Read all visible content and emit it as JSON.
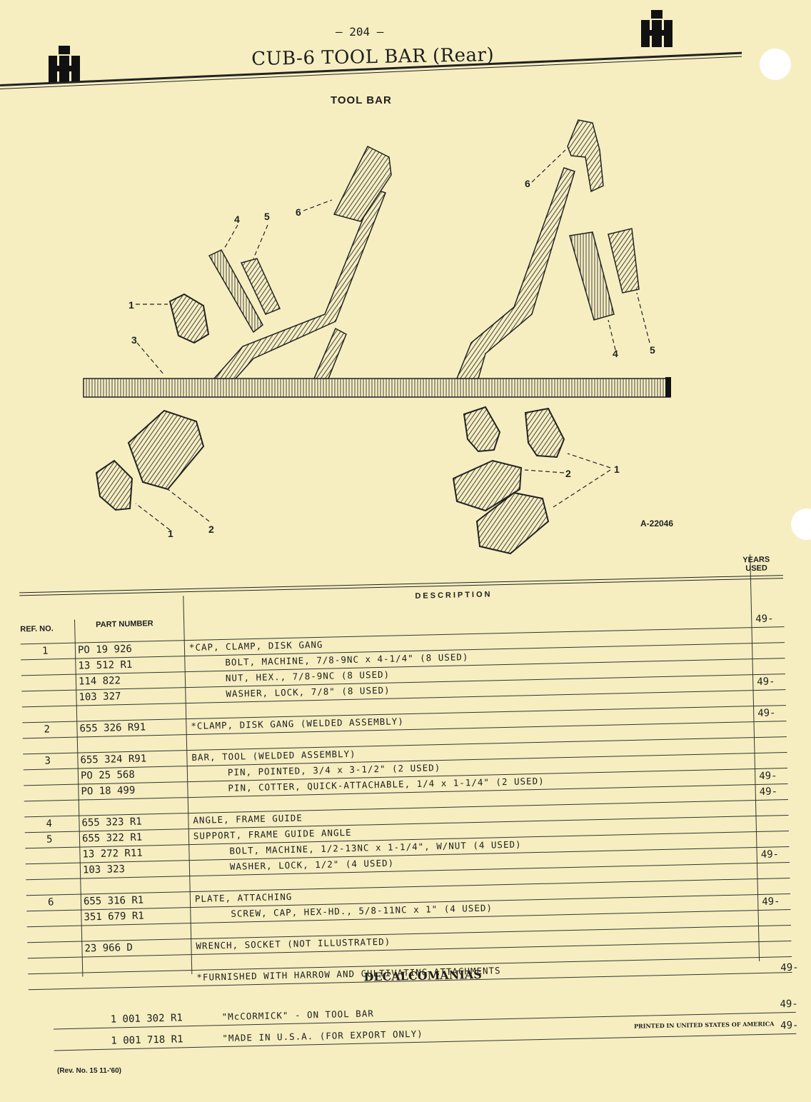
{
  "header": {
    "page_number": "— 204 —",
    "title": "CUB-6 TOOL BAR (Rear)",
    "section_heading": "TOOL BAR",
    "logo_text": "IH"
  },
  "diagram": {
    "figure_id": "A-22046",
    "callouts": [
      "1",
      "2",
      "3",
      "4",
      "5",
      "6"
    ]
  },
  "table": {
    "headers": {
      "ref_no": "REF. NO.",
      "part_number": "PART NUMBER",
      "description": "DESCRIPTION",
      "years_used_1": "YEARS",
      "years_used_2": "USED"
    },
    "rows": [
      {
        "ref": "",
        "part": "",
        "desc": "",
        "years": "49-",
        "indent": false
      },
      {
        "ref": "1",
        "part": "PO  19 926",
        "desc": "*CAP, CLAMP, DISK GANG",
        "years": "",
        "indent": false
      },
      {
        "ref": "",
        "part": "   13 512 R1",
        "desc": "BOLT, MACHINE, 7/8-9NC x 4-1/4\" (8 USED)",
        "years": "",
        "indent": true
      },
      {
        "ref": "",
        "part": "   114 822",
        "desc": "NUT, HEX., 7/8-9NC (8 USED)",
        "years": "",
        "indent": true
      },
      {
        "ref": "",
        "part": "   103 327",
        "desc": "WASHER, LOCK, 7/8\" (8 USED)",
        "years": "49-",
        "indent": true
      },
      {
        "ref": "",
        "part": "",
        "desc": "",
        "years": "",
        "indent": false
      },
      {
        "ref": "2",
        "part": "   655 326 R91",
        "desc": "*CLAMP, DISK GANG (WELDED ASSEMBLY)",
        "years": "49-",
        "indent": false
      },
      {
        "ref": "",
        "part": "",
        "desc": "",
        "years": "",
        "indent": false
      },
      {
        "ref": "3",
        "part": "   655 324 R91",
        "desc": "BAR, TOOL (WELDED ASSEMBLY)",
        "years": "",
        "indent": false
      },
      {
        "ref": "",
        "part": "PO  25 568",
        "desc": "PIN, POINTED, 3/4 x 3-1/2\" (2 USED)",
        "years": "",
        "indent": true
      },
      {
        "ref": "",
        "part": "PO  18 499",
        "desc": "PIN, COTTER, QUICK-ATTACHABLE, 1/4 x 1-1/4\" (2 USED)",
        "years": "49-",
        "indent": true
      },
      {
        "ref": "",
        "part": "",
        "desc": "",
        "years": "49-",
        "indent": false
      },
      {
        "ref": "4",
        "part": "   655 323 R1",
        "desc": "ANGLE, FRAME GUIDE",
        "years": "",
        "indent": false
      },
      {
        "ref": "5",
        "part": "   655 322 R1",
        "desc": "SUPPORT, FRAME GUIDE ANGLE",
        "years": "",
        "indent": false
      },
      {
        "ref": "",
        "part": "    13 272 R11",
        "desc": "BOLT, MACHINE, 1/2-13NC x 1-1/4\", W/NUT (4 USED)",
        "years": "",
        "indent": true
      },
      {
        "ref": "",
        "part": "   103 323",
        "desc": "WASHER, LOCK, 1/2\" (4 USED)",
        "years": "49-",
        "indent": true
      },
      {
        "ref": "",
        "part": "",
        "desc": "",
        "years": "",
        "indent": false
      },
      {
        "ref": "6",
        "part": "   655 316 R1",
        "desc": "PLATE, ATTACHING",
        "years": "",
        "indent": false
      },
      {
        "ref": "",
        "part": "   351 679 R1",
        "desc": "SCREW, CAP, HEX-HD., 5/8-11NC x 1\" (4 USED)",
        "years": "49-",
        "indent": true
      },
      {
        "ref": "",
        "part": "",
        "desc": "",
        "years": "",
        "indent": false
      },
      {
        "ref": "",
        "part": "    23 966 D",
        "desc": "WRENCH, SOCKET (NOT ILLUSTRATED)",
        "years": "",
        "indent": false
      },
      {
        "ref": "",
        "part": "",
        "desc": "",
        "years": "",
        "indent": false
      },
      {
        "ref": "",
        "part": "",
        "desc": "*FURNISHED WITH HARROW AND CULTIVATING ATTACHMENTS",
        "years": "",
        "indent": false
      }
    ],
    "decal_heading": "DECALCOMANIAS",
    "decal_rows": [
      {
        "part": "   1 001 302 R1",
        "desc": "\"McCORMICK\" - ON TOOL BAR",
        "years": "49-"
      },
      {
        "part": "   1 001 718 R1",
        "desc": "\"MADE IN U.S.A. (FOR EXPORT ONLY)",
        "years": "49-"
      }
    ],
    "decal_years_top": "49-"
  },
  "footer": {
    "revision": "(Rev. No. 15  11-'60)",
    "printed": "PRINTED IN UNITED STATES OF AMERICA"
  },
  "colors": {
    "paper": "#f6eec1",
    "ink": "#1e1e1e"
  }
}
